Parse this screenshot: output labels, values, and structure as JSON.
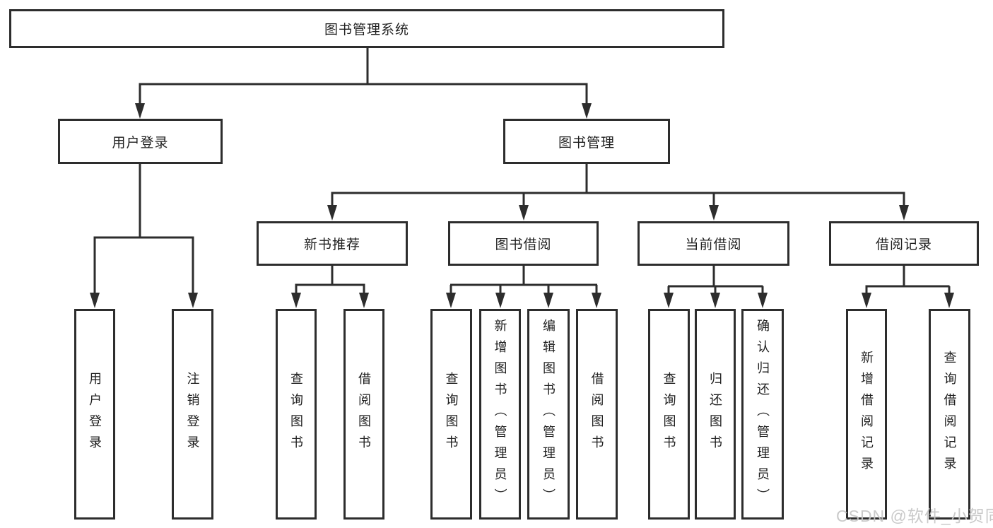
{
  "diagram": {
    "root": "图书管理系统",
    "branches": [
      {
        "label": "用户登录",
        "leaves": [
          "用户登录",
          "注销登录"
        ]
      },
      {
        "label": "图书管理",
        "groups": [
          {
            "label": "新书推荐",
            "leaves": [
              "查询图书",
              "借阅图书"
            ]
          },
          {
            "label": "图书借阅",
            "leaves": [
              "查询图书",
              "新增图书（管理员）",
              "编辑图书（管理员）",
              "借阅图书"
            ]
          },
          {
            "label": "当前借阅",
            "leaves": [
              "查询图书",
              "归还图书",
              "确认归还（管理员）"
            ]
          },
          {
            "label": "借阅记录",
            "leaves": [
              "新增借阅记录",
              "查询借阅记录"
            ]
          }
        ]
      }
    ]
  },
  "watermark": "CSDN @软件_小贺同学",
  "colors": {
    "line": "#2d2d2d",
    "box_border": "#2d2d2d",
    "text": "#1f1f1f",
    "background": "#ffffff",
    "watermark": "#c6c6c6"
  }
}
